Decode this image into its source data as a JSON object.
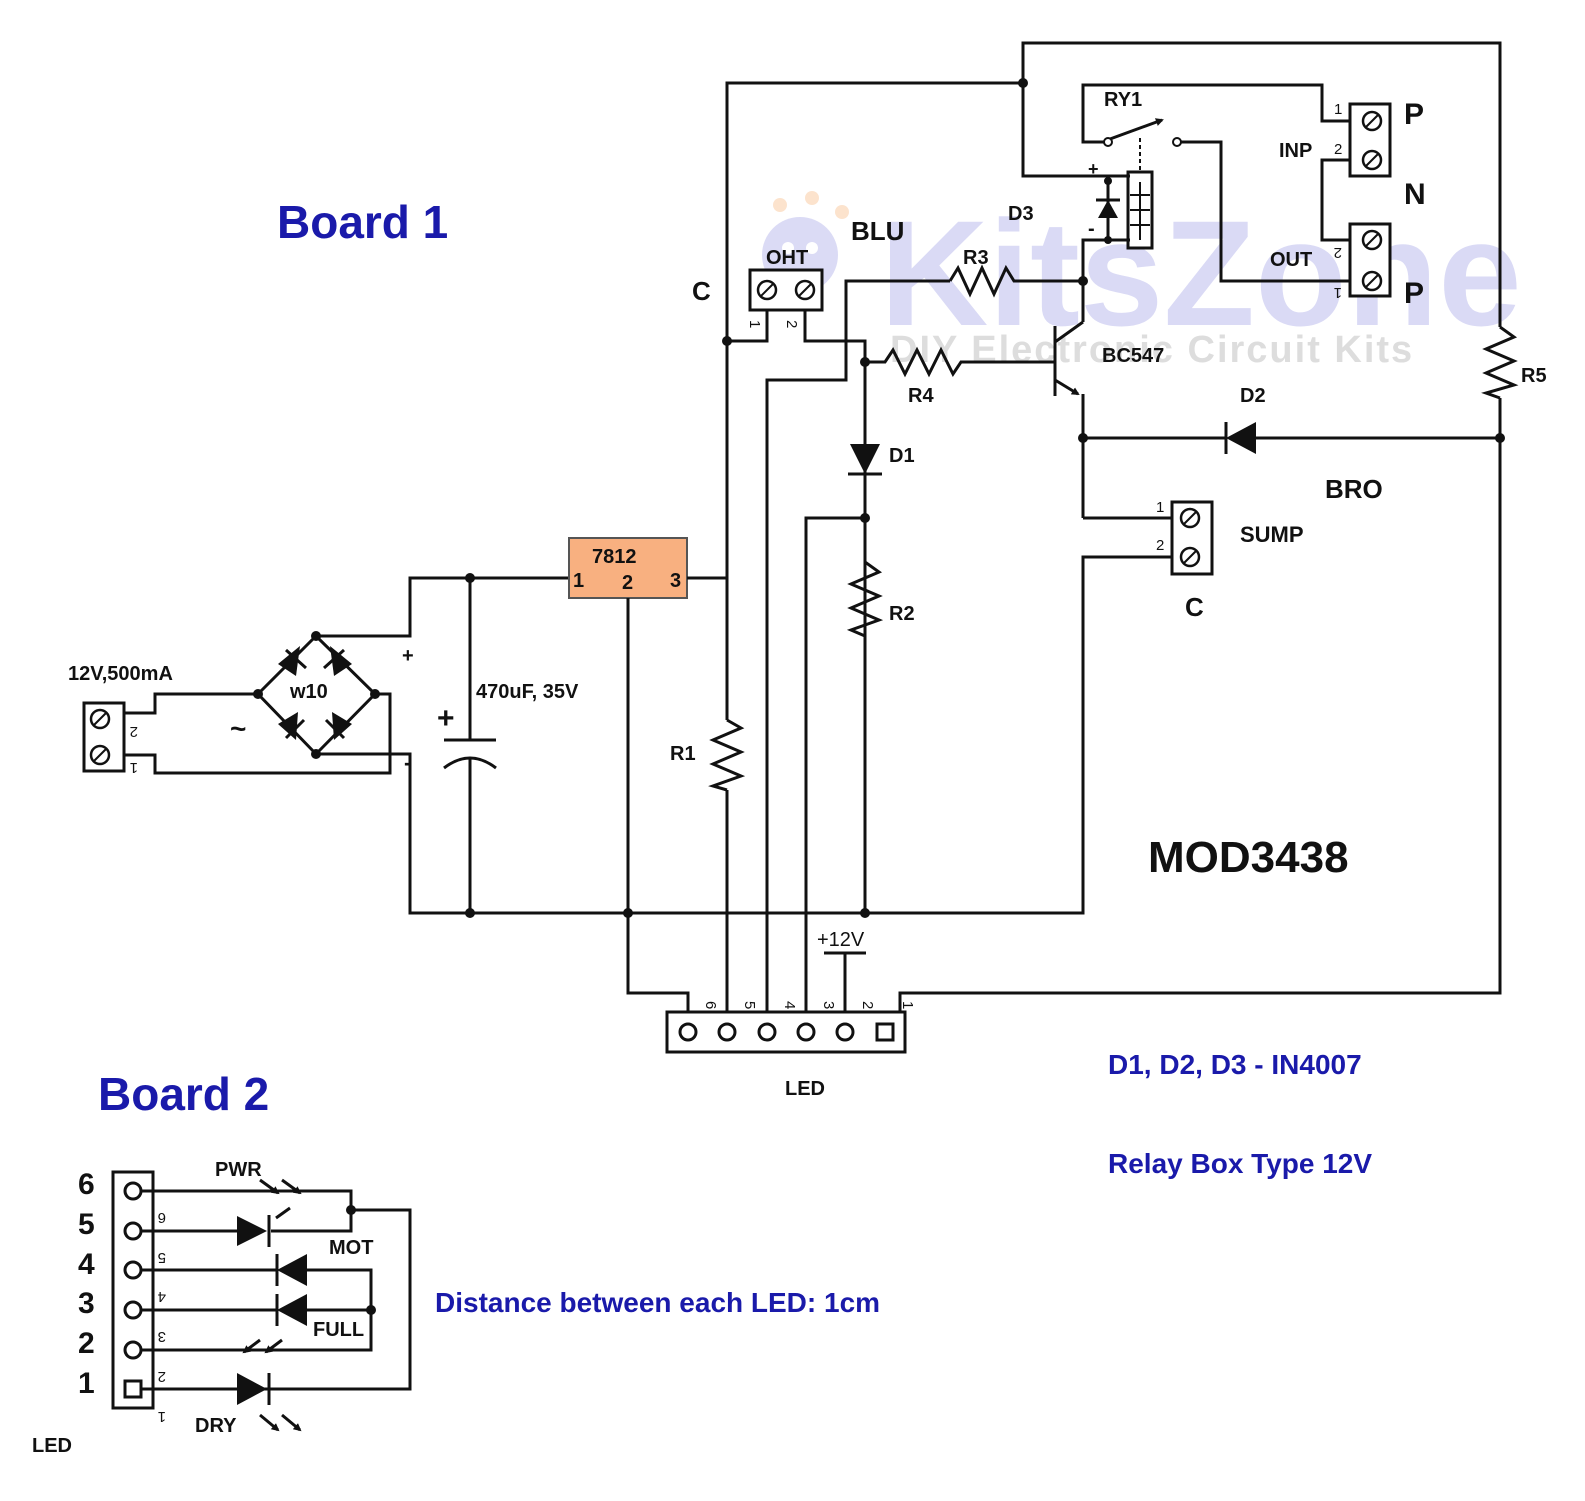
{
  "watermark": {
    "brand": "KitsZone",
    "tagline": "DIY Electronic Circuit Kits"
  },
  "board1": {
    "title": "Board 1",
    "module": "MOD3438",
    "power_input": "12V,500mA",
    "bridge": "w10",
    "bridge_plus": "+",
    "bridge_minus": "-",
    "bridge_ac": "~",
    "capacitor": "470uF, 35V",
    "cap_plus": "+",
    "regulator": "7812",
    "regulator_pins": [
      "1",
      "2",
      "3"
    ],
    "oht_connector": "OHT",
    "blu": "BLU",
    "c_top": "C",
    "c_sump": "C",
    "bro": "BRO",
    "sump": "SUMP",
    "inp": "INP",
    "out": "OUT",
    "p_top": "P",
    "n": "N",
    "p_bottom": "P",
    "relay": "RY1",
    "relay_plus": "+",
    "relay_minus": "-",
    "transistor": "BC547",
    "resistors": [
      "R1",
      "R2",
      "R3",
      "R4",
      "R5"
    ],
    "diodes": [
      "D1",
      "D2",
      "D3"
    ],
    "supply_label": "+12V",
    "led_connector": "LED",
    "led_pins": [
      "6",
      "5",
      "4",
      "3",
      "2",
      "1"
    ],
    "pin1": "1",
    "pin2": "2",
    "diode_note": "D1, D2, D3 - IN4007",
    "relay_note": "Relay Box Type 12V"
  },
  "board2": {
    "title": "Board 2",
    "connector_label": "LED",
    "pin_numbers": [
      "6",
      "5",
      "4",
      "3",
      "2",
      "1"
    ],
    "leds": [
      "PWR",
      "MOT",
      "FULL",
      "DRY"
    ],
    "distance_note": "Distance between each LED: 1cm"
  },
  "colors": {
    "wire": "#111111",
    "title_blue": "#1a1aaa",
    "regulator_fill": "#f8b080",
    "watermark_blue": "#c8c8f0",
    "watermark_orange": "#fce0c8"
  }
}
